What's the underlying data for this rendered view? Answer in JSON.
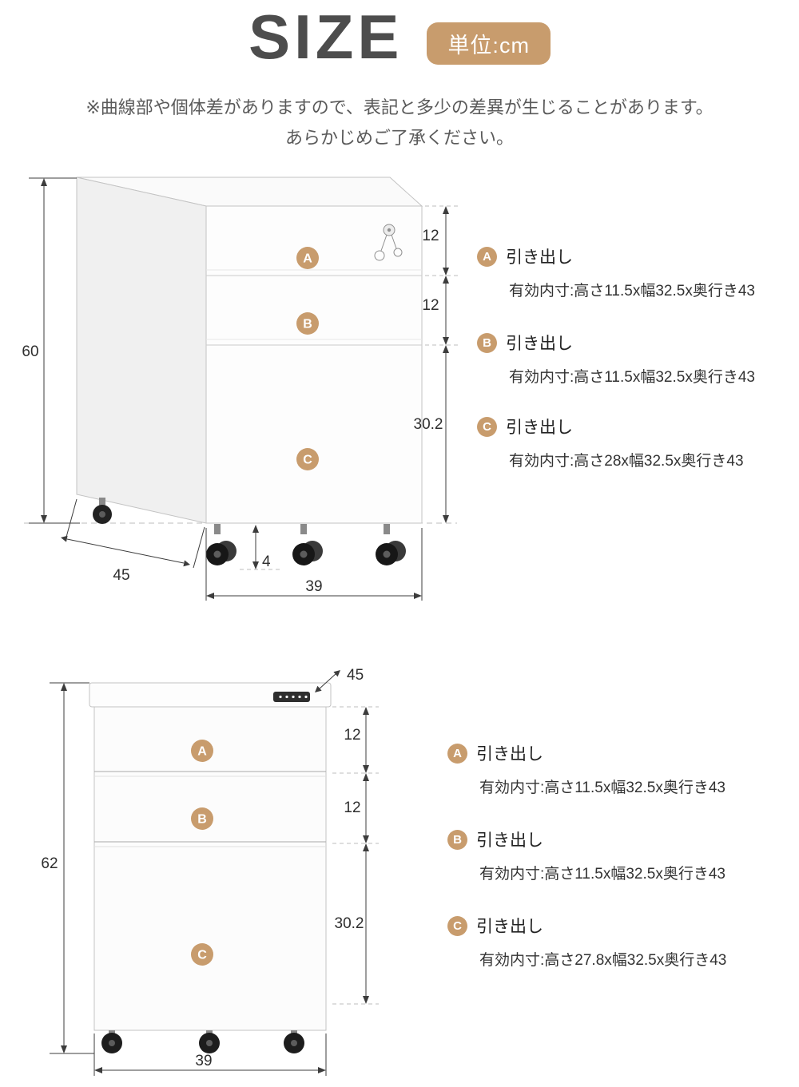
{
  "colors": {
    "accent": "#c89c6d",
    "title_gray": "#4d4d4d"
  },
  "header": {
    "title": "SIZE",
    "unit_badge": "単位:cm",
    "disclaimer_line1": "※曲線部や個体差がありますので、表記と多少の差異が生じることがあります。",
    "disclaimer_line2": "あらかじめご了承ください。"
  },
  "top_view": {
    "view_name": "perspective-view",
    "dims": {
      "height": "60",
      "depth": "45",
      "width": "39",
      "caster": "4",
      "drawer_a": "12",
      "drawer_b": "12",
      "drawer_c": "30.2"
    },
    "drawers": {
      "a": "A",
      "b": "B",
      "c": "C"
    },
    "legend": [
      {
        "label": "A",
        "title": "引き出し",
        "spec": "有効内寸:高さ11.5x幅32.5x奥行き43"
      },
      {
        "label": "B",
        "title": "引き出し",
        "spec": "有効内寸:高さ11.5x幅32.5x奥行き43"
      },
      {
        "label": "C",
        "title": "引き出し",
        "spec": "有効内寸:高さ28x幅32.5x奥行き43"
      }
    ]
  },
  "front_view": {
    "view_name": "front-view",
    "dims": {
      "height": "62",
      "depth": "45",
      "width": "39",
      "drawer_a": "12",
      "drawer_b": "12",
      "drawer_c": "30.2"
    },
    "drawers": {
      "a": "A",
      "b": "B",
      "c": "C"
    },
    "legend": [
      {
        "label": "A",
        "title": "引き出し",
        "spec": "有効内寸:高さ11.5x幅32.5x奥行き43"
      },
      {
        "label": "B",
        "title": "引き出し",
        "spec": "有効内寸:高さ11.5x幅32.5x奥行き43"
      },
      {
        "label": "C",
        "title": "引き出し",
        "spec": "有効内寸:高さ27.8x幅32.5x奥行き43"
      }
    ]
  }
}
